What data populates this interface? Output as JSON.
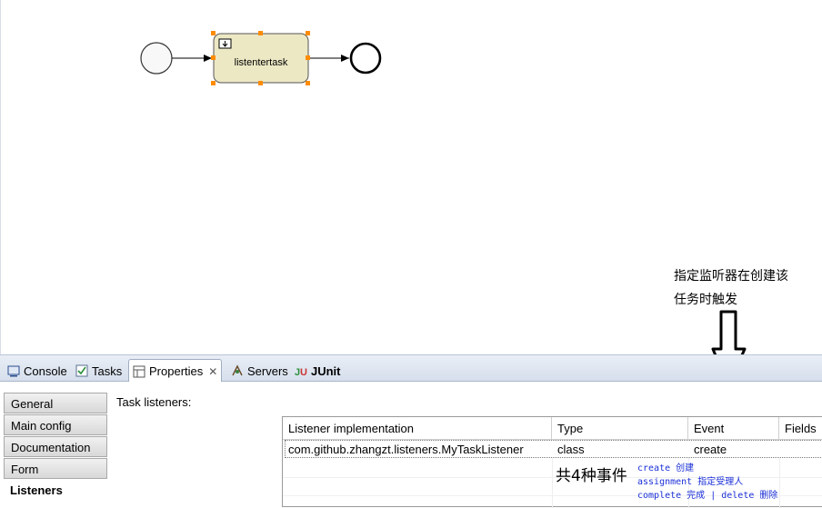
{
  "diagram": {
    "task_label": "listentertask"
  },
  "annotation": {
    "line1": "指定监听器在创建该",
    "line2": "任务时触发"
  },
  "tabs": [
    {
      "label": "Console",
      "icon": "console-icon"
    },
    {
      "label": "Tasks",
      "icon": "tasks-icon"
    },
    {
      "label": "Properties",
      "icon": "properties-icon",
      "active": true
    },
    {
      "label": "Servers",
      "icon": "servers-icon"
    },
    {
      "label": "JUnit",
      "icon": "junit-icon"
    }
  ],
  "sidebar": {
    "items": [
      {
        "label": "General"
      },
      {
        "label": "Main config"
      },
      {
        "label": "Documentation"
      },
      {
        "label": "Form"
      },
      {
        "label": "Listeners",
        "active": true
      }
    ]
  },
  "listeners": {
    "heading": "Task listeners:",
    "columns": [
      "Listener implementation",
      "Type",
      "Event",
      "Fields"
    ],
    "rows": [
      {
        "implementation": "com.github.zhangzt.listeners.MyTaskListener",
        "type": "class",
        "event": "create",
        "fields": ""
      }
    ]
  },
  "notes": {
    "events_count": "共4种事件",
    "event_create": "create 创建",
    "event_assignment": "assignment 指定受理人",
    "event_complete_delete": "complete 完成 | delete 删除"
  },
  "colors": {
    "task_fill": "#ece8c4",
    "selection_handle": "#ff8c00",
    "note_blue": "#1a2fd8"
  }
}
